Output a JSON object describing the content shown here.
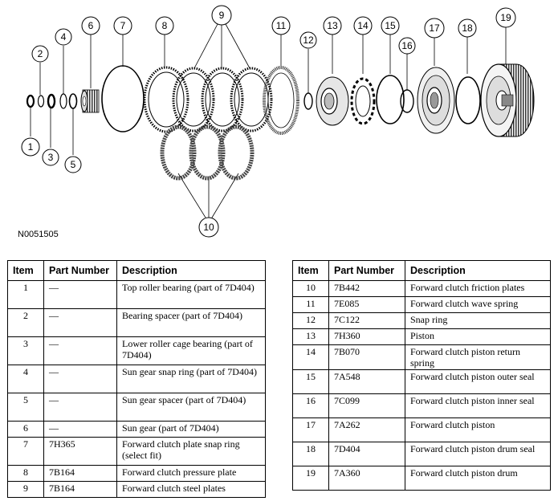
{
  "figure_id": "N0051505",
  "callouts": [
    "1",
    "2",
    "3",
    "4",
    "5",
    "6",
    "7",
    "8",
    "9",
    "10",
    "11",
    "12",
    "13",
    "14",
    "15",
    "16",
    "17",
    "18",
    "19"
  ],
  "table": {
    "headers": {
      "item": "Item",
      "part_number": "Part Number",
      "description": "Description"
    },
    "left_rows": [
      {
        "item": "1",
        "part_number": "—",
        "description": "Top roller bearing (part of 7D404)"
      },
      {
        "item": "2",
        "part_number": "—",
        "description": "Bearing spacer (part of 7D404)"
      },
      {
        "item": "3",
        "part_number": "—",
        "description": "Lower roller cage bearing (part of 7D404)"
      },
      {
        "item": "4",
        "part_number": "—",
        "description": "Sun gear snap ring (part of 7D404)"
      },
      {
        "item": "5",
        "part_number": "—",
        "description": "Sun gear spacer (part of 7D404)"
      },
      {
        "item": "6",
        "part_number": "—",
        "description": "Sun gear (part of 7D404)"
      },
      {
        "item": "7",
        "part_number": "7H365",
        "description": "Forward clutch plate snap ring (select fit)"
      },
      {
        "item": "8",
        "part_number": "7B164",
        "description": "Forward clutch pressure plate"
      },
      {
        "item": "9",
        "part_number": "7B164",
        "description": "Forward clutch steel plates"
      }
    ],
    "right_rows": [
      {
        "item": "10",
        "part_number": "7B442",
        "description": "Forward clutch friction plates"
      },
      {
        "item": "11",
        "part_number": "7E085",
        "description": "Forward clutch wave spring"
      },
      {
        "item": "12",
        "part_number": "7C122",
        "description": "Snap ring"
      },
      {
        "item": "13",
        "part_number": "7H360",
        "description": "Piston"
      },
      {
        "item": "14",
        "part_number": "7B070",
        "description": "Forward clutch piston return spring"
      },
      {
        "item": "15",
        "part_number": "7A548",
        "description": "Forward clutch piston outer seal"
      },
      {
        "item": "16",
        "part_number": "7C099",
        "description": "Forward clutch piston inner seal"
      },
      {
        "item": "17",
        "part_number": "7A262",
        "description": "Forward clutch piston"
      },
      {
        "item": "18",
        "part_number": "7D404",
        "description": "Forward clutch piston drum seal"
      },
      {
        "item": "19",
        "part_number": "7A360",
        "description": "Forward clutch piston drum"
      }
    ]
  }
}
